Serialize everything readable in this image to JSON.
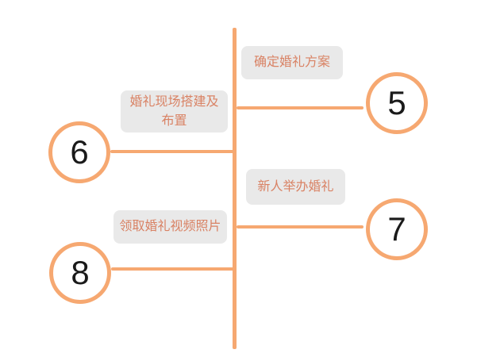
{
  "colors": {
    "accent": "#F6A871",
    "label_text": "#D98264",
    "label_bg": "#E9E9E9",
    "number": "#1A1A1A",
    "canvas_bg": "#FFFFFF"
  },
  "diagram": {
    "type": "vertical-timeline",
    "steps": [
      {
        "number": "5",
        "label": "确定婚礼方案",
        "side": "right"
      },
      {
        "number": "6",
        "label": "婚礼现场搭建及布置",
        "side": "left"
      },
      {
        "number": "7",
        "label": "新人举办婚礼",
        "side": "right"
      },
      {
        "number": "8",
        "label": "领取婚礼视频照片",
        "side": "left"
      }
    ]
  }
}
